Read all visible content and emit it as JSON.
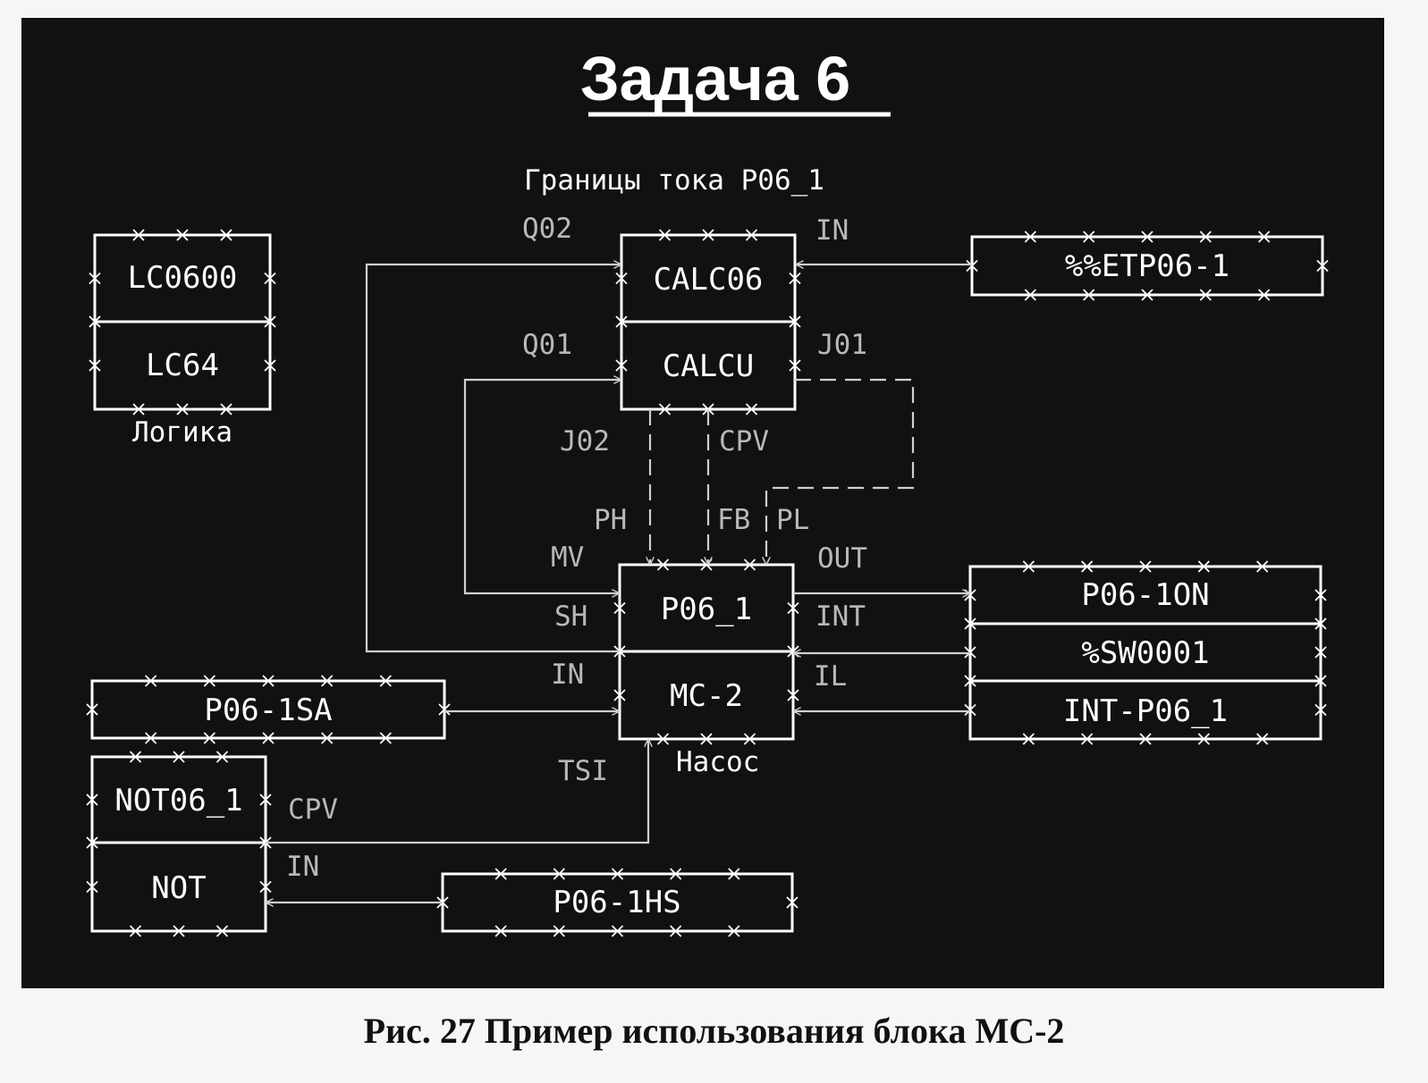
{
  "title": "Задача 6",
  "subtitle": "Границы тока Р06_1",
  "caption": "Рис. 27 Пример использования блока МС-2",
  "colors": {
    "background": "#111111",
    "block": "#ffffff",
    "link": "#cfcfcf",
    "port": "#b8b8b8",
    "page": "#f6f6f4"
  },
  "blocks": {
    "logic": {
      "name": "LC0600",
      "type": "LC64",
      "label": "Логика"
    },
    "calc": {
      "name": "CALC06",
      "type": "CALCU"
    },
    "main": {
      "name": "P06_1",
      "type": "MC-2",
      "label": "Насос"
    },
    "not_block": {
      "name": "NOT06_1",
      "type": "NOT"
    },
    "etp": {
      "name": "%%ETP06-1"
    },
    "on": {
      "name": "P06-1ON"
    },
    "sw": {
      "name": "%SW0001"
    },
    "intp": {
      "name": "INT-P06_1"
    },
    "sa": {
      "name": "P06-1SA"
    },
    "hs": {
      "name": "P06-1HS"
    }
  },
  "ports": {
    "q02": "Q02",
    "in_calc": "IN",
    "q01": "Q01",
    "j01": "J01",
    "j02": "J02",
    "cpv_calc": "CPV",
    "ph": "PH",
    "fb": "FB",
    "pl": "PL",
    "mv": "MV",
    "out": "OUT",
    "sh": "SH",
    "int": "INT",
    "in_main": "IN",
    "il": "IL",
    "tsi": "TSI",
    "cpv_not": "CPV",
    "in_not": "IN"
  }
}
